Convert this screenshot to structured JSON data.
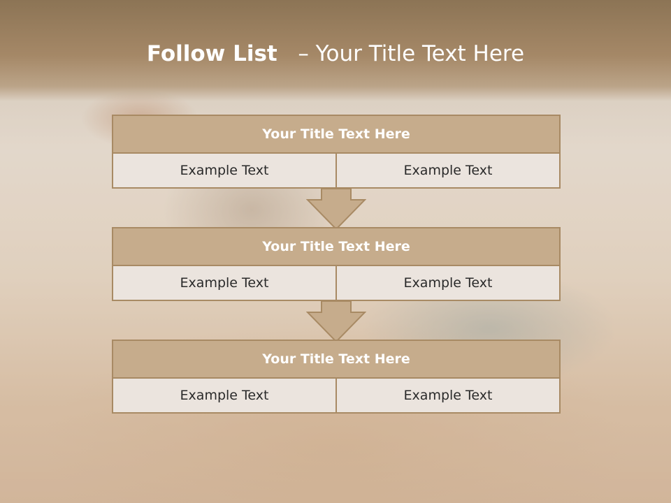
{
  "slide": {
    "title_strong": "Follow List",
    "title_rest": "– Your Title Text Here"
  },
  "blocks": [
    {
      "title": "Your Title Text Here",
      "left": "Example Text",
      "right": "Example Text"
    },
    {
      "title": "Your Title Text Here",
      "left": "Example Text",
      "right": "Example Text"
    },
    {
      "title": "Your Title Text Here",
      "left": "Example Text",
      "right": "Example Text"
    }
  ],
  "colors": {
    "header_fill": "#c6ac8c",
    "border": "#a88a64",
    "row_fill": "#ebe4de",
    "top_band": "#8c7455"
  }
}
